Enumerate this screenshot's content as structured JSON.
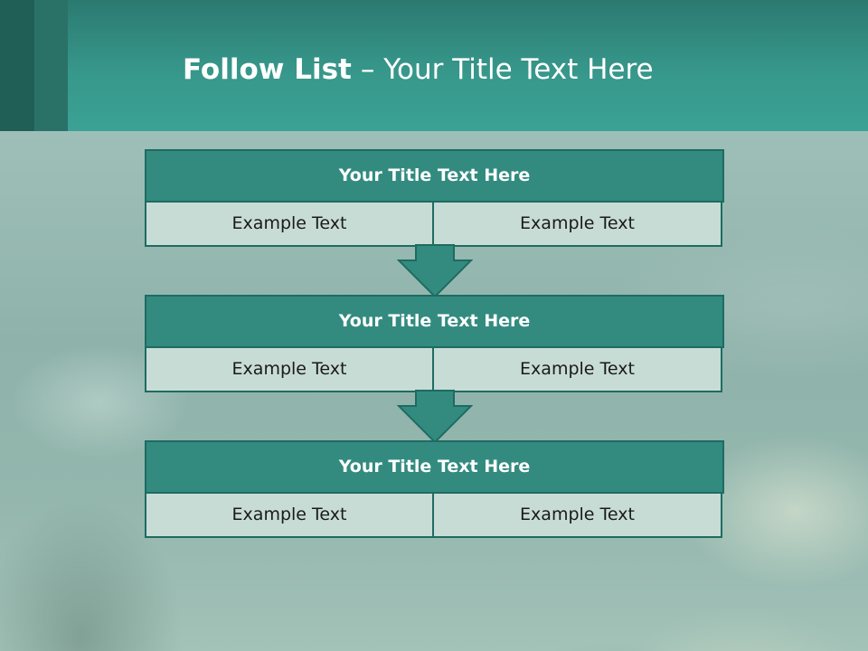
{
  "slide": {
    "title_bold": "Follow List",
    "title_separator": "–",
    "title_rest": "Your Title Text Here"
  },
  "colors": {
    "header": "#37978b",
    "title_box": "#338b80",
    "cell_box": "#c8dcd6",
    "border": "#1e6b61"
  },
  "steps": [
    {
      "title": "Your Title Text Here",
      "left": "Example Text",
      "right": "Example Text"
    },
    {
      "title": "Your Title Text Here",
      "left": "Example Text",
      "right": "Example Text"
    },
    {
      "title": "Your Title Text Here",
      "left": "Example Text",
      "right": "Example Text"
    }
  ],
  "connectors": [
    {
      "icon": "arrow-down-icon"
    },
    {
      "icon": "arrow-down-icon"
    }
  ]
}
